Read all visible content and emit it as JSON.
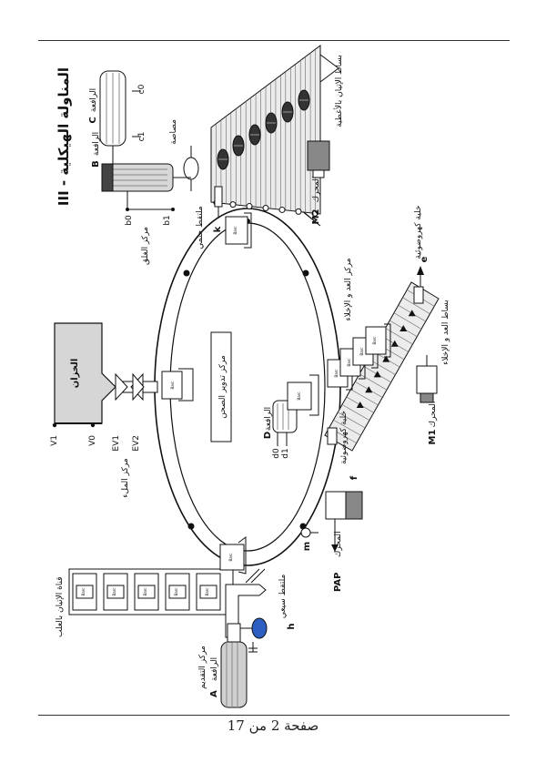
{
  "section_title": "III - المناولة الهيكلية",
  "footer": "صفحة 2 من 17",
  "labels": {
    "tank": "الخزان",
    "filling_post": "مركز الملء",
    "rotation_post": "مركز تدوير الصحن",
    "feed_post": "مركز التقديم",
    "closing_post": "مركز الغلق",
    "count_post": "مركز العد و الإخلاء",
    "input_channel": "قناة الإتيان بالعلب",
    "cap_belt": "بساط الإتيان بالأغطية",
    "exit_belt": "بساط العد و الإخلاء",
    "ultrasonic": "ملتقط سيعي",
    "mech_sensor": "ملتقط حتمي",
    "photocell_f": "خلية كهروضوئية",
    "photocell_e": "خلية كهروضوئية",
    "suction": "مصاصة",
    "jack_A": "الرافعة",
    "jack_B": "الرافعة",
    "jack_C": "الرافعة",
    "jack_D": "الرافعة",
    "motor_M1": "المحرك",
    "motor_M2": "المحرك",
    "motor_pap": "المحرك",
    "letter_A": "A",
    "letter_B": "B",
    "letter_C": "C",
    "letter_D": "D",
    "letter_h": "h",
    "letter_k": "k",
    "letter_m": "m",
    "letter_f": "f",
    "letter_e": "e",
    "M1": "M1",
    "M2": "M2",
    "PAP": "PAP",
    "V1": "V1",
    "V0": "V0",
    "EV1": "EV1",
    "EV2": "EV2",
    "b0": "b0",
    "b1": "b1",
    "c0": "c0",
    "c1": "c1",
    "d0": "d0",
    "d1": "d1",
    "can": "Barc"
  }
}
